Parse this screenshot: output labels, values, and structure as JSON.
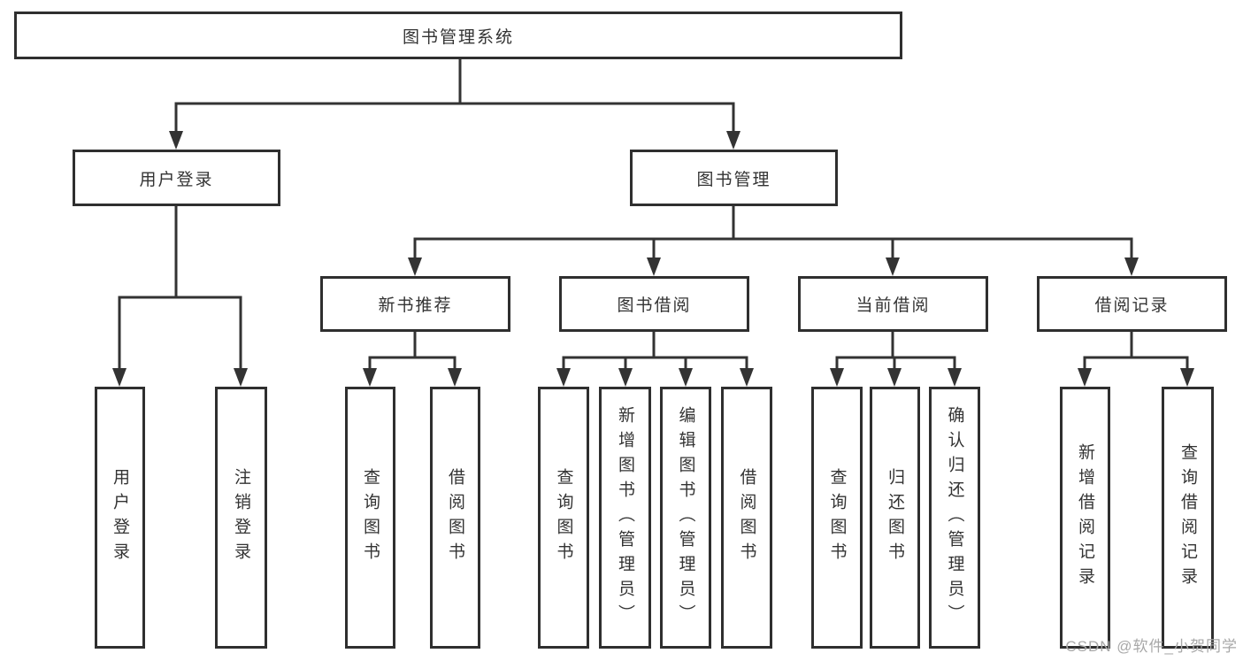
{
  "colors": {
    "background": "#ffffff",
    "line": "#333333",
    "box_border": "#2f2f2f",
    "box_fill": "#ffffff",
    "text": "#333333",
    "watermark": "#a8a8a8"
  },
  "tree": {
    "root": "图书管理系统",
    "children": [
      {
        "label": "用户登录",
        "children": [
          {
            "label": "用户登录"
          },
          {
            "label": "注销登录"
          }
        ]
      },
      {
        "label": "图书管理",
        "children": [
          {
            "label": "新书推荐",
            "children": [
              {
                "label": "查询图书"
              },
              {
                "label": "借阅图书"
              }
            ]
          },
          {
            "label": "图书借阅",
            "children": [
              {
                "label": "查询图书"
              },
              {
                "label": "新增图书（管理员）"
              },
              {
                "label": "编辑图书（管理员）"
              },
              {
                "label": "借阅图书"
              }
            ]
          },
          {
            "label": "当前借阅",
            "children": [
              {
                "label": "查询图书"
              },
              {
                "label": "归还图书"
              },
              {
                "label": "确认归还（管理员）"
              }
            ]
          },
          {
            "label": "借阅记录",
            "children": [
              {
                "label": "新增借阅记录"
              },
              {
                "label": "查询借阅记录"
              }
            ]
          }
        ]
      }
    ]
  },
  "watermark": {
    "text": "CSDN @软件_小贺同学"
  }
}
